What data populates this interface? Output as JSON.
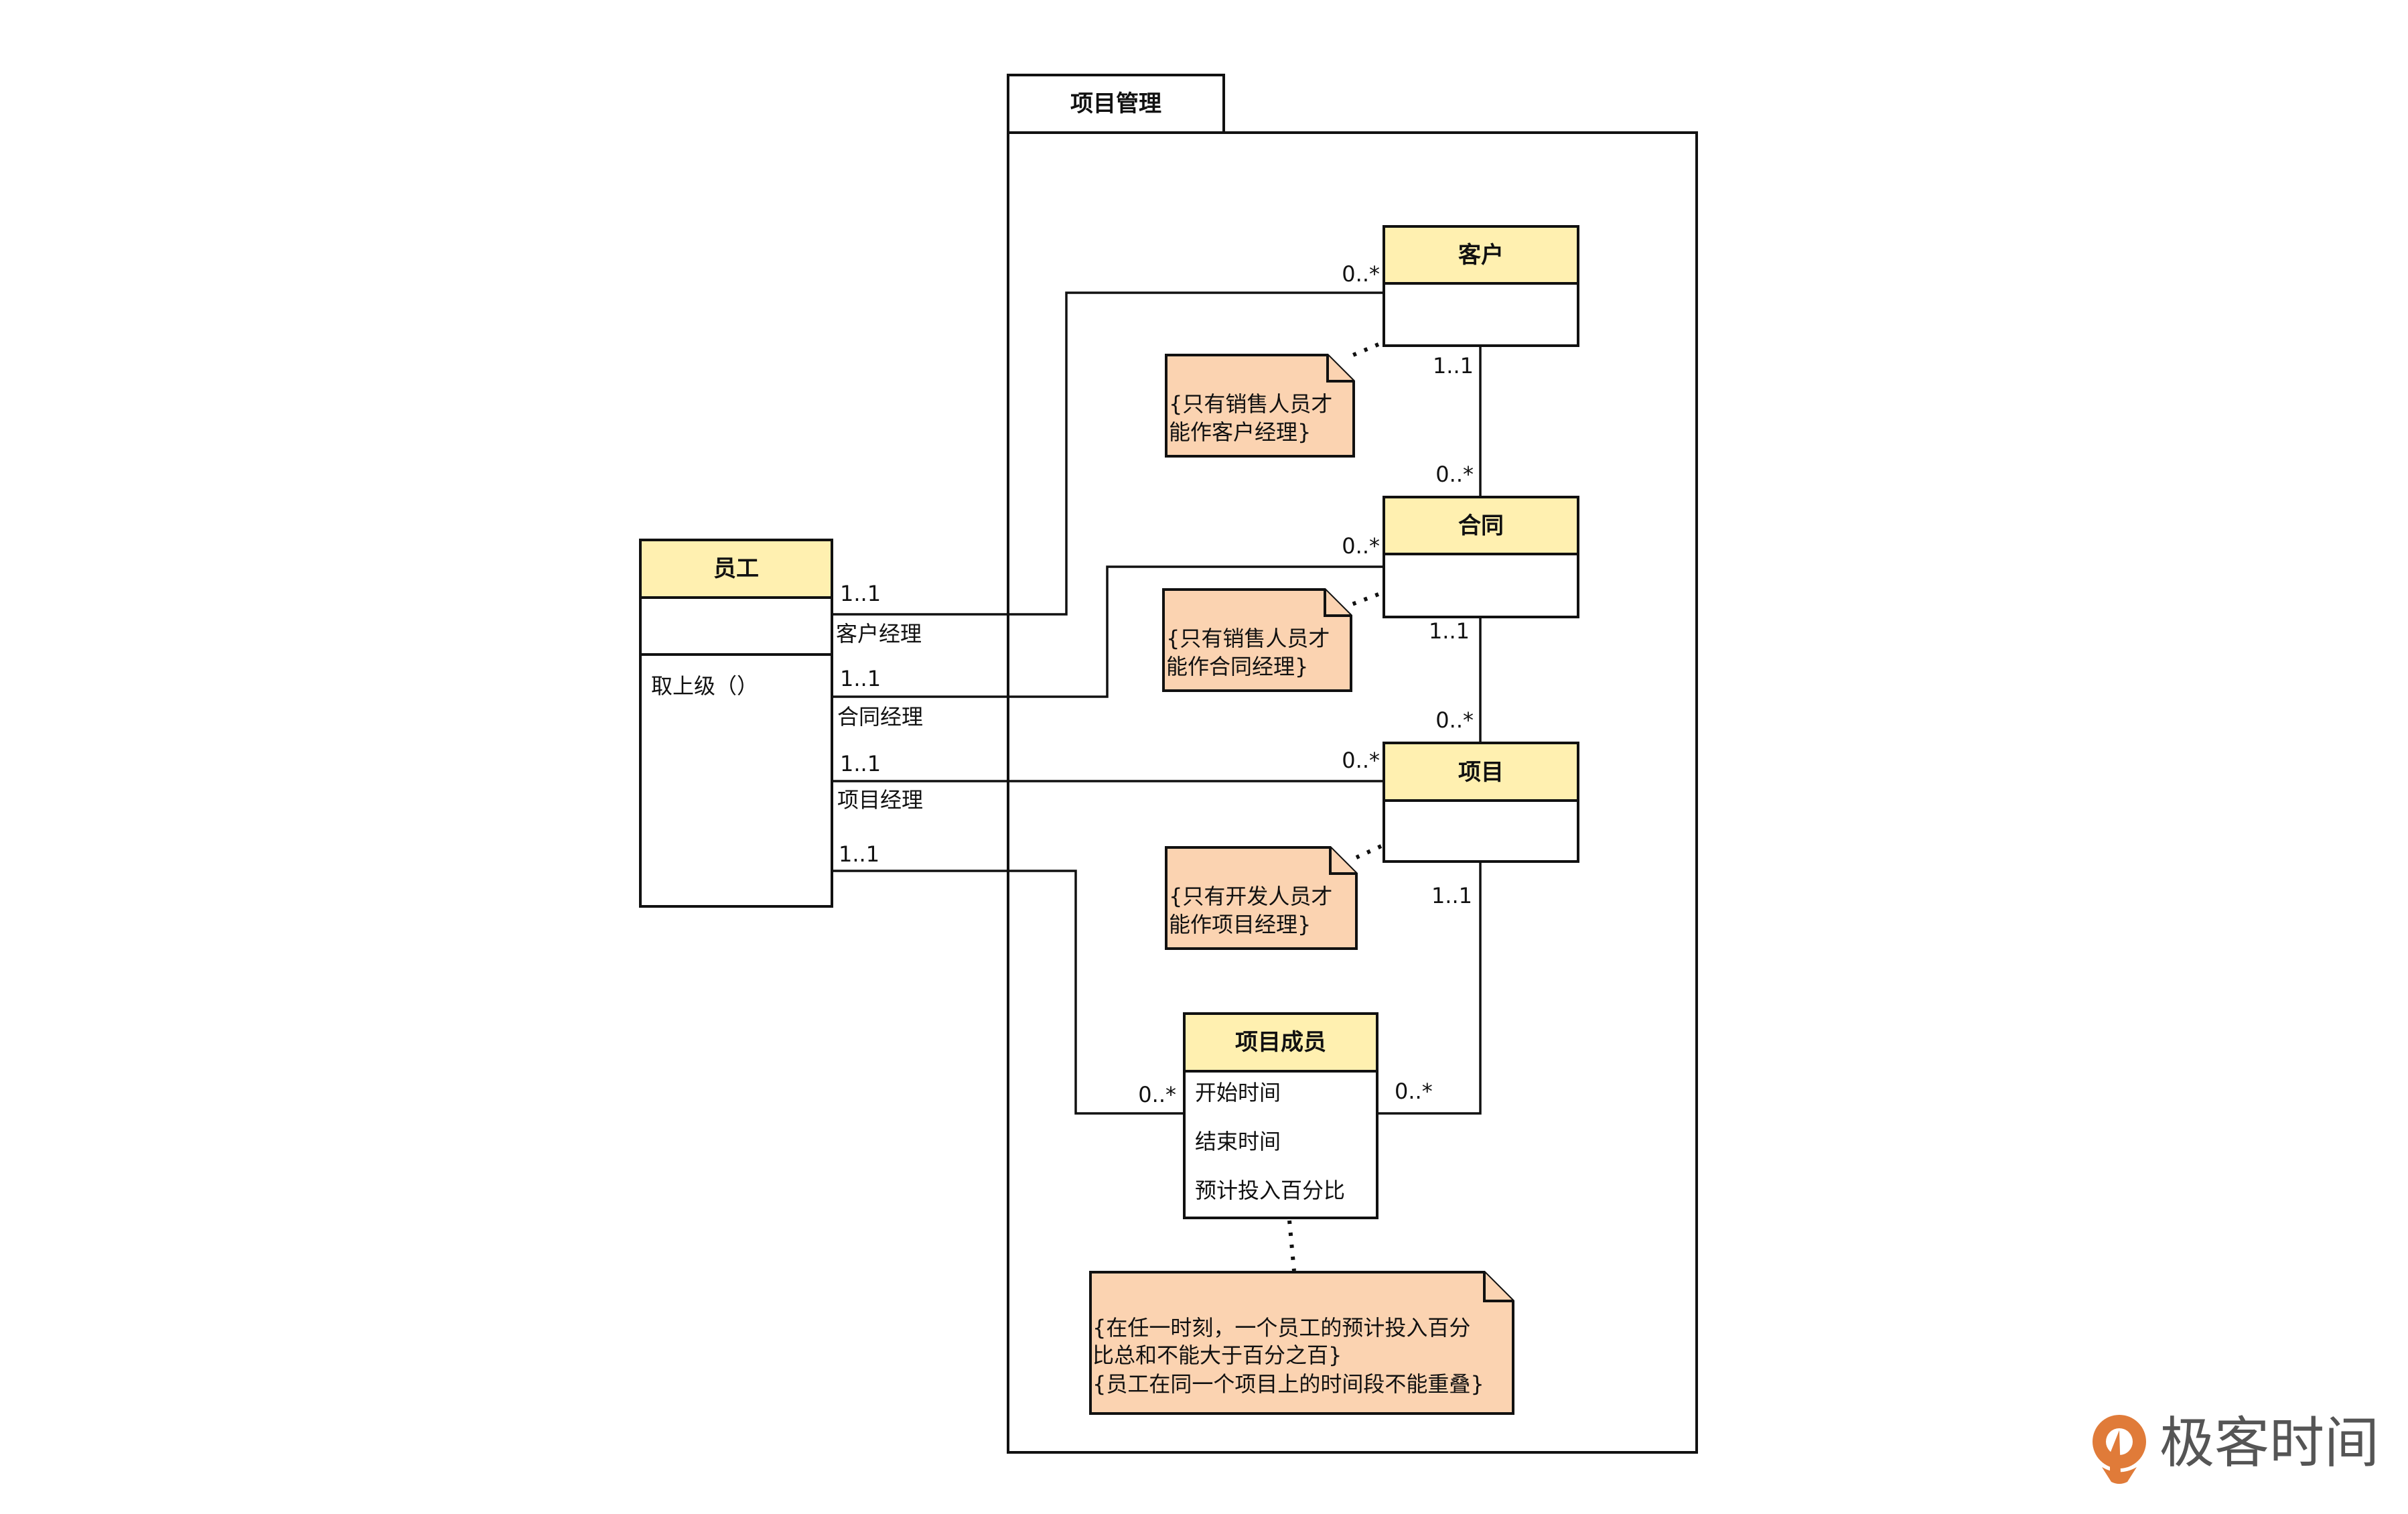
{
  "package": {
    "name": "项目管理"
  },
  "classes": {
    "employee": {
      "name": "员工",
      "attributes": [],
      "operations": [
        "取上级（）"
      ]
    },
    "customer": {
      "name": "客户",
      "attributes": []
    },
    "contract": {
      "name": "合同",
      "attributes": []
    },
    "project": {
      "name": "项目",
      "attributes": []
    },
    "member": {
      "name": "项目成员",
      "attributes": [
        "开始时间",
        "结束时间",
        "预计投入百分比"
      ]
    }
  },
  "associations": {
    "customer_manager": {
      "role": "客户经理",
      "employee_end": "1..1",
      "other_end": "0..*"
    },
    "contract_manager": {
      "role": "合同经理",
      "employee_end": "1..1",
      "other_end": "0..*"
    },
    "project_manager": {
      "role": "项目经理",
      "employee_end": "1..1",
      "other_end": "0..*"
    },
    "employee_member": {
      "employee_end": "1..1",
      "other_end": "0..*"
    },
    "customer_contract": {
      "customer_end": "1..1",
      "contract_end": "0..*"
    },
    "contract_project": {
      "contract_end": "1..1",
      "project_end": "0..*"
    },
    "project_member": {
      "project_end": "1..1",
      "member_end": "0..*"
    }
  },
  "notes": {
    "customer_note": [
      "{只有销售人员才",
      "能作客户经理}"
    ],
    "contract_note": [
      "{只有销售人员才",
      "能作合同经理}"
    ],
    "project_note": [
      "{只有开发人员才",
      "能作项目经理}"
    ],
    "member_note": [
      "{在任一时刻，一个员工的预计投入百分",
      "比总和不能大于百分之百}",
      "{员工在同一个项目上的时间段不能重叠}"
    ]
  },
  "logo": {
    "text": "极客时间",
    "icon": "geektime-logo-icon",
    "color": "#e07b39"
  },
  "colors": {
    "class_header": "#fff0b0",
    "note_fill": "#fbd3b1",
    "stroke": "#111111"
  }
}
